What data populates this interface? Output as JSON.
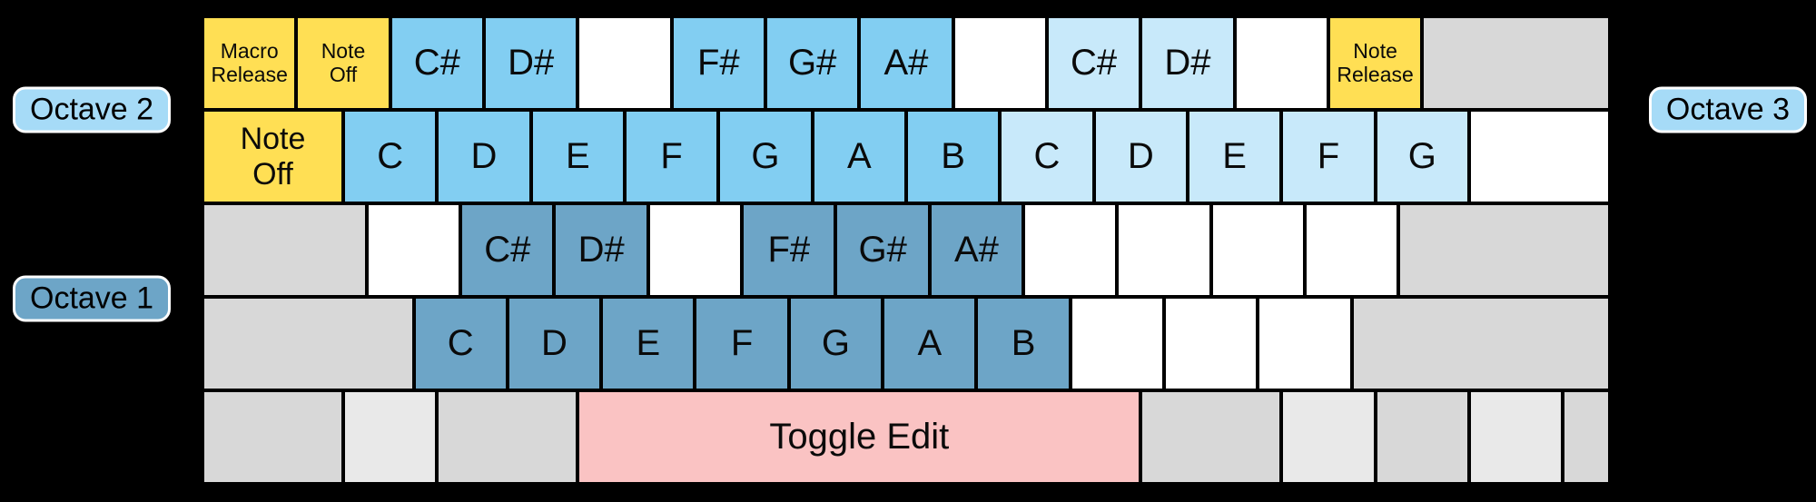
{
  "colors": {
    "background": "#000000",
    "text": "#0A0A0A",
    "key_border": "#000000",
    "yellow_function": "#FFDF54",
    "sky_blue": "#82CEF2",
    "pale_blue": "#C8E9FA",
    "steel_blue": "#6DA5C7",
    "pink": "#FAC3C3",
    "gray": "#D8D8D8",
    "light_gray": "#E9E9E9",
    "white": "#FFFFFF",
    "octave_pill_light": "#A6DBF7",
    "octave_pill_steel": "#6DA5C7"
  },
  "labels": {
    "octave1": "Octave 1",
    "octave2": "Octave 2",
    "octave3": "Octave 3"
  },
  "grid": {
    "rows": [
      {
        "name": "octave-2-sharps-row",
        "cells": [
          {
            "label": "Macro\nRelease",
            "color": "yellow_function",
            "span": 1,
            "size": "small",
            "name": "macro-release-key"
          },
          {
            "label": "Note\nOff",
            "color": "yellow_function",
            "span": 1,
            "size": "small",
            "name": "note-off-key"
          },
          {
            "label": "C#",
            "color": "sky_blue",
            "span": 1
          },
          {
            "label": "D#",
            "color": "sky_blue",
            "span": 1
          },
          {
            "label": "",
            "color": "white",
            "span": 1
          },
          {
            "label": "F#",
            "color": "sky_blue",
            "span": 1
          },
          {
            "label": "G#",
            "color": "sky_blue",
            "span": 1
          },
          {
            "label": "A#",
            "color": "sky_blue",
            "span": 1
          },
          {
            "label": "",
            "color": "white",
            "span": 1
          },
          {
            "label": "C#",
            "color": "pale_blue",
            "span": 1
          },
          {
            "label": "D#",
            "color": "pale_blue",
            "span": 1
          },
          {
            "label": "",
            "color": "white",
            "span": 1
          },
          {
            "label": "Note\nRelease",
            "color": "yellow_function",
            "span": 1,
            "size": "small",
            "name": "note-release-key"
          },
          {
            "label": "",
            "color": "gray",
            "span": 2
          }
        ]
      },
      {
        "name": "octave-2-naturals-row",
        "cells": [
          {
            "label": "Note\nOff",
            "color": "yellow_function",
            "span": 1.5,
            "size": "medium",
            "name": "note-off-key"
          },
          {
            "label": "C",
            "color": "sky_blue",
            "span": 1
          },
          {
            "label": "D",
            "color": "sky_blue",
            "span": 1
          },
          {
            "label": "E",
            "color": "sky_blue",
            "span": 1
          },
          {
            "label": "F",
            "color": "sky_blue",
            "span": 1
          },
          {
            "label": "G",
            "color": "sky_blue",
            "span": 1
          },
          {
            "label": "A",
            "color": "sky_blue",
            "span": 1
          },
          {
            "label": "B",
            "color": "sky_blue",
            "span": 1
          },
          {
            "label": "C",
            "color": "pale_blue",
            "span": 1
          },
          {
            "label": "D",
            "color": "pale_blue",
            "span": 1
          },
          {
            "label": "E",
            "color": "pale_blue",
            "span": 1
          },
          {
            "label": "F",
            "color": "pale_blue",
            "span": 1
          },
          {
            "label": "G",
            "color": "pale_blue",
            "span": 1
          },
          {
            "label": "",
            "color": "white",
            "span": 1.5
          }
        ]
      },
      {
        "name": "octave-1-sharps-row",
        "cells": [
          {
            "label": "",
            "color": "gray",
            "span": 1.75
          },
          {
            "label": "",
            "color": "white",
            "span": 1
          },
          {
            "label": "C#",
            "color": "steel_blue",
            "span": 1
          },
          {
            "label": "D#",
            "color": "steel_blue",
            "span": 1
          },
          {
            "label": "",
            "color": "white",
            "span": 1
          },
          {
            "label": "F#",
            "color": "steel_blue",
            "span": 1
          },
          {
            "label": "G#",
            "color": "steel_blue",
            "span": 1
          },
          {
            "label": "A#",
            "color": "steel_blue",
            "span": 1
          },
          {
            "label": "",
            "color": "white",
            "span": 1
          },
          {
            "label": "",
            "color": "white",
            "span": 1
          },
          {
            "label": "",
            "color": "white",
            "span": 1
          },
          {
            "label": "",
            "color": "white",
            "span": 1
          },
          {
            "label": "",
            "color": "gray",
            "span": 2.25
          }
        ]
      },
      {
        "name": "octave-1-naturals-row",
        "cells": [
          {
            "label": "",
            "color": "gray",
            "span": 2.25
          },
          {
            "label": "C",
            "color": "steel_blue",
            "span": 1
          },
          {
            "label": "D",
            "color": "steel_blue",
            "span": 1
          },
          {
            "label": "E",
            "color": "steel_blue",
            "span": 1
          },
          {
            "label": "F",
            "color": "steel_blue",
            "span": 1
          },
          {
            "label": "G",
            "color": "steel_blue",
            "span": 1
          },
          {
            "label": "A",
            "color": "steel_blue",
            "span": 1
          },
          {
            "label": "B",
            "color": "steel_blue",
            "span": 1
          },
          {
            "label": "",
            "color": "white",
            "span": 1
          },
          {
            "label": "",
            "color": "white",
            "span": 1
          },
          {
            "label": "",
            "color": "white",
            "span": 1
          },
          {
            "label": "",
            "color": "gray",
            "span": 2.75
          }
        ]
      },
      {
        "name": "function-row",
        "cells": [
          {
            "label": "",
            "color": "gray",
            "span": 1.5
          },
          {
            "label": "",
            "color": "light_gray",
            "span": 1
          },
          {
            "label": "",
            "color": "gray",
            "span": 1.5
          },
          {
            "label": "Toggle Edit",
            "color": "pink",
            "span": 6,
            "name": "toggle-edit-key"
          },
          {
            "label": "",
            "color": "gray",
            "span": 1.5
          },
          {
            "label": "",
            "color": "light_gray",
            "span": 1
          },
          {
            "label": "",
            "color": "gray",
            "span": 1
          },
          {
            "label": "",
            "color": "light_gray",
            "span": 1
          },
          {
            "label": "",
            "color": "gray",
            "span": 0.5
          }
        ]
      }
    ]
  }
}
